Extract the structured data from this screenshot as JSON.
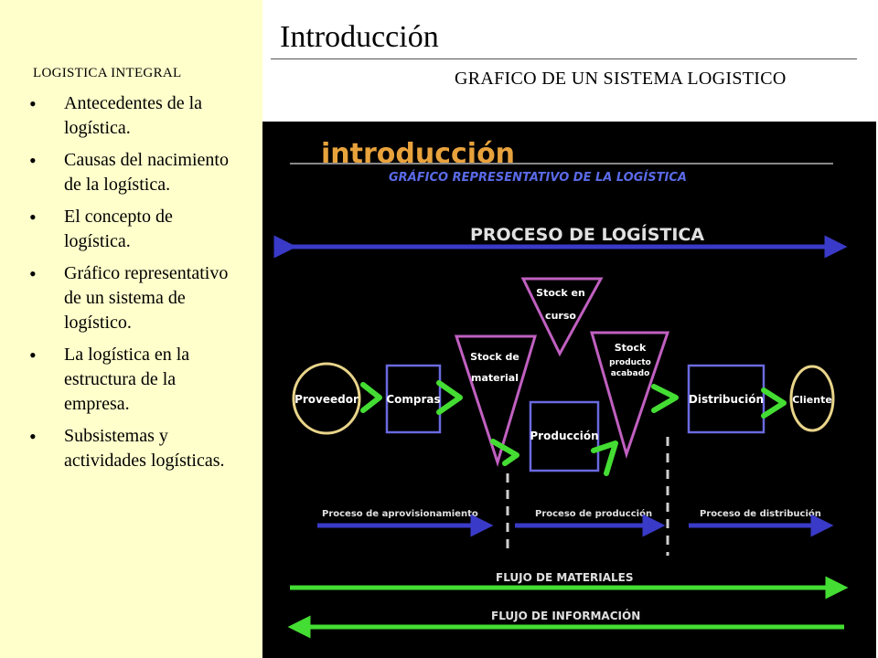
{
  "sidebar": {
    "heading": "LOGISTICA INTEGRAL",
    "items": [
      {
        "label": "Antecedentes de la logística."
      },
      {
        "label": "Causas del nacimiento de la logística."
      },
      {
        "label": "El concepto de logística."
      },
      {
        "label": "Gráfico representativo de un sistema de logístico."
      },
      {
        "label": "La logística en la estructura de la empresa."
      },
      {
        "label": "Subsistemas y actividades logísticas."
      }
    ]
  },
  "header": {
    "title": "Introducción",
    "subtitle": "GRAFICO DE UN SISTEMA LOGISTICO"
  },
  "diagram": {
    "heading": "introducción",
    "subheading": "GRÁFICO REPRESENTATIVO DE LA LOGÍSTICA",
    "process_label": "PROCESO DE LOGÍSTICA",
    "nodes": {
      "proveedor": "Proveedor",
      "compras": "Compras",
      "stock_material_1": "Stock de",
      "stock_material_2": "material",
      "stock_curso_1": "Stock en",
      "stock_curso_2": "curso",
      "produccion": "Producción",
      "stock_producto_1": "Stock",
      "stock_producto_2": "producto",
      "stock_producto_3": "acabado",
      "distribucion": "Distribución",
      "cliente": "Cliente"
    },
    "subprocesses": {
      "aprovisionamiento": "Proceso de aprovisionamiento",
      "produccion": "Proceso de producción",
      "distribucion": "Proceso de distribución"
    },
    "flujo_materiales": "FLUJO DE MATERIALES",
    "flujo_informacion": "FLUJO DE INFORMACIÓN",
    "colors": {
      "blue_arrow": "#3a3ac8",
      "green_arrow": "#44dd33",
      "triangle_stroke": "#c060c0",
      "box_stroke": "#6a6ae0",
      "circle_stroke": "#e8d48a",
      "heading_orange": "#e8a23c",
      "subheading_blue": "#5a6ae8"
    }
  }
}
